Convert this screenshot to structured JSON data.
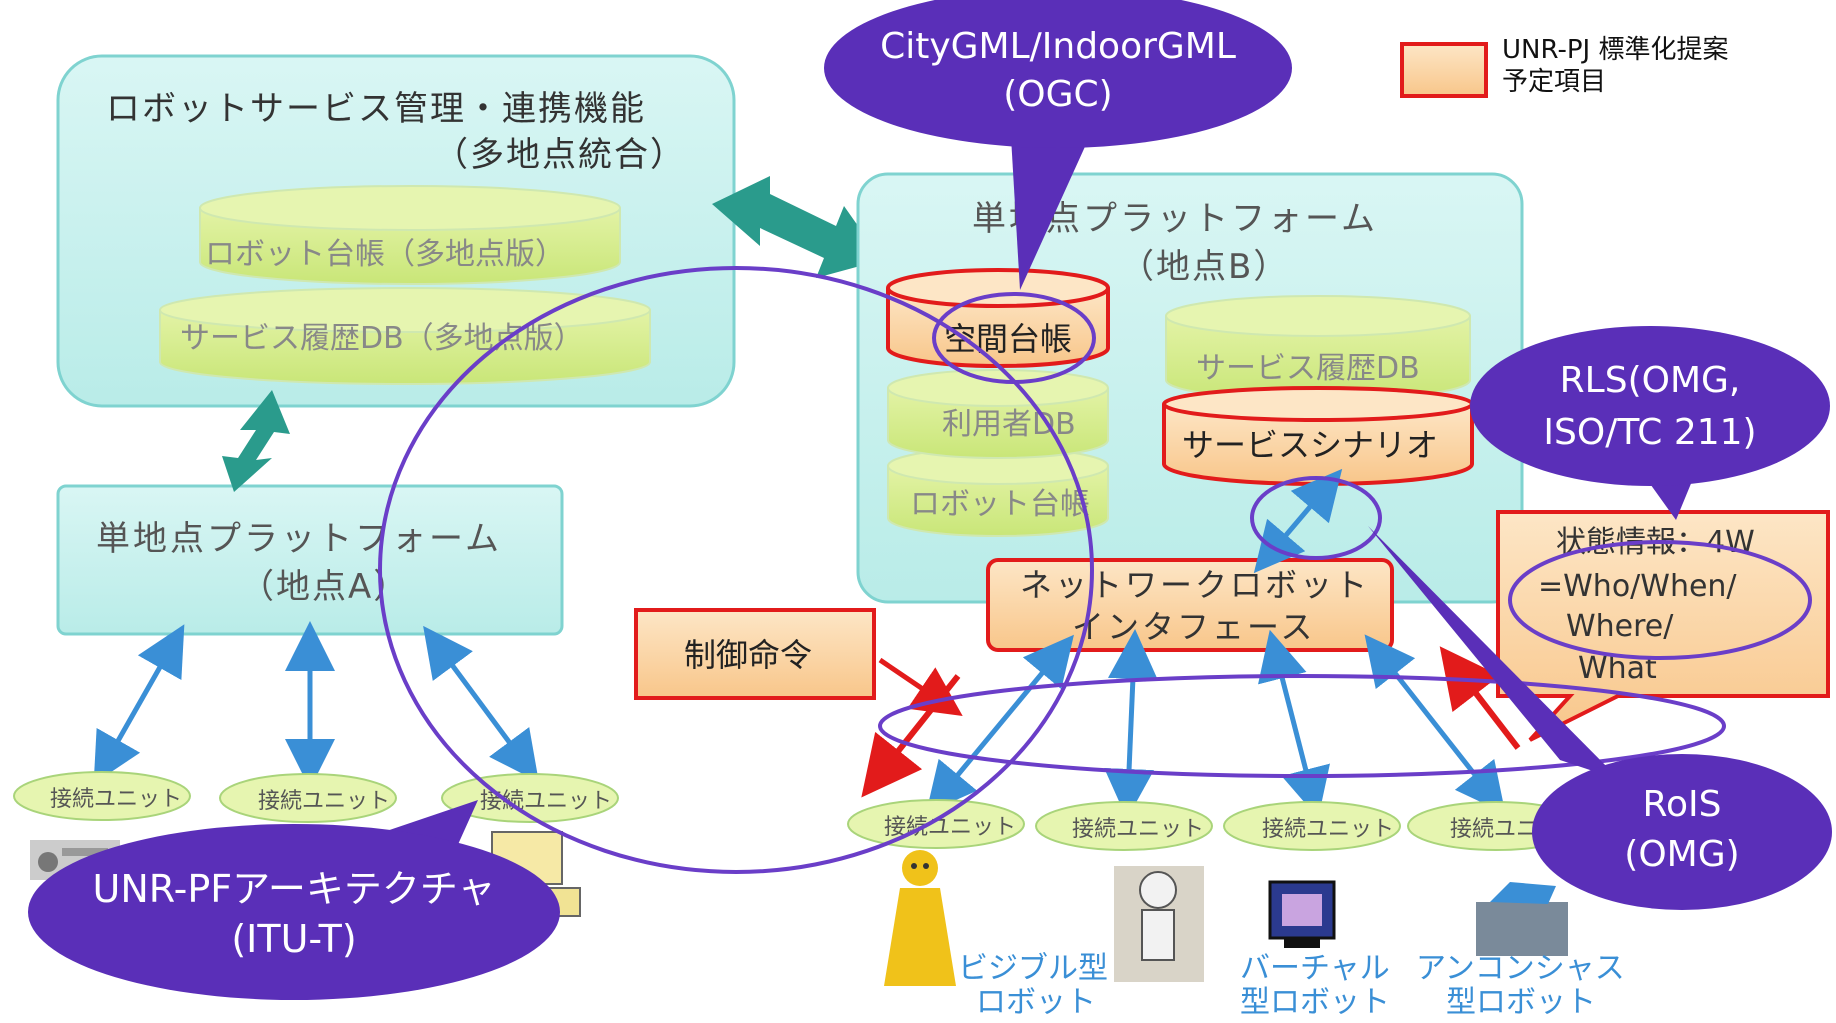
{
  "legend": {
    "line1": "UNR-PJ 標準化提案",
    "line2": "予定項目"
  },
  "mgmt": {
    "title1": "ロボットサービス管理・連携機能",
    "title2": "（多地点統合）",
    "db_top": "ロボット台帳（多地点版）",
    "db_bottom": "サービス履歴DB（多地点版）"
  },
  "platform_a": {
    "title1": "単地点プラットフォーム",
    "title2": "（地点A）"
  },
  "platform_b": {
    "title1": "単地点プラットフォーム",
    "title2": "（地点B）",
    "db_space": "空間台帳",
    "db_user": "利用者DB",
    "db_robot": "ロボット台帳",
    "db_service_history": "サービス履歴DB",
    "service_scenario": "サービスシナリオ"
  },
  "nri": {
    "line1": "ネットワークロボット",
    "line2": "インタフェース"
  },
  "control": "制御命令",
  "state": {
    "line1": "状態情報：4W",
    "line2": "=Who/When/",
    "line3": "Where/",
    "line4": "What"
  },
  "units": [
    "接続ユニット",
    "接続ユニット",
    "接続ユニット",
    "接続ユニット",
    "接続ユニット",
    "接続ユニット",
    "接続ユニ"
  ],
  "robot_labels": {
    "visible1": "ビジブル型",
    "visible2": "ロボット",
    "virtual1": "バーチャル",
    "virtual2": "型ロボット",
    "unconscious1": "アンコンシャス",
    "unconscious2": "型ロボット"
  },
  "callouts": {
    "citygml1": "CityGML/IndoorGML",
    "citygml2": "(OGC)",
    "rls1": "RLS(OMG,",
    "rls2": "ISO/TC 211)",
    "rois1": "RoIS",
    "rois2": "(OMG)",
    "unrpf1": "UNR-PFアーキテクチャ",
    "unrpf2": "(ITU-T)"
  },
  "colors": {
    "panel_fill": "#c9f2f0",
    "panel_stroke": "#7fd3d0",
    "db_fill": "#d8ef8a",
    "standard_fill": "#fbd9a8",
    "standard_stroke": "#e21b1b",
    "callout_fill": "#5a2fb8",
    "ring_stroke": "#6a3ec8",
    "arrow_teal": "#2a9b8c",
    "arrow_blue": "#3a8fd6",
    "arrow_red": "#e21b1b"
  }
}
